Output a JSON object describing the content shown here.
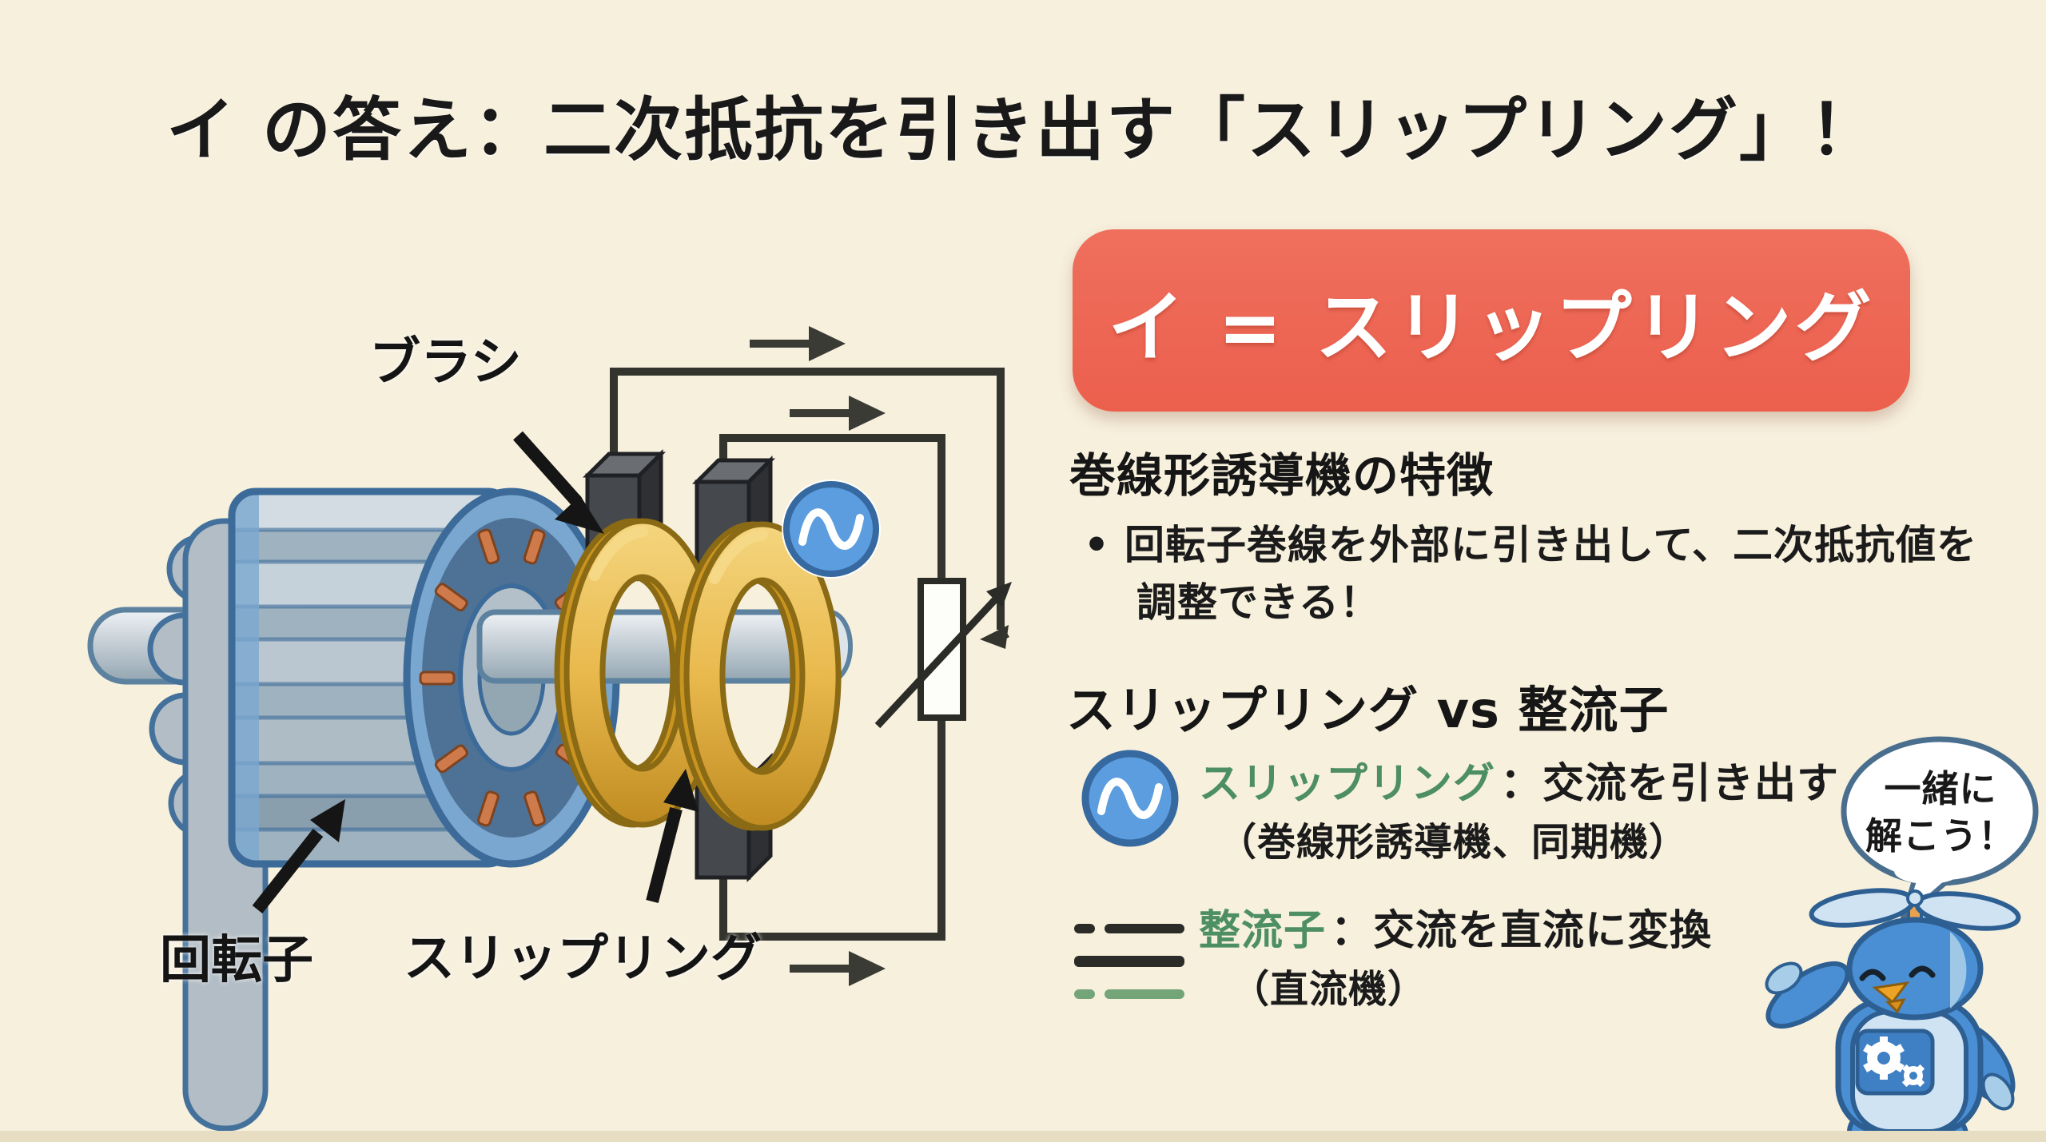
{
  "colors": {
    "background": "#f7f0dd",
    "badge_red": "#ed6553",
    "term_green": "#4d8f62",
    "ac_icon_blue": "#5b9ddf",
    "slip_ring_gold": "#e9b94d",
    "rotor_blue": "#3c6b99",
    "wire_dark": "#33342e"
  },
  "title": {
    "text": "イ の答え：二次抵抗を引き出す「スリップリング」！"
  },
  "answer_badge": {
    "text": "イ = スリップリング"
  },
  "diagram": {
    "labels": {
      "brush": "ブラシ",
      "rotor": "回転子",
      "slip_ring": "スリップリング"
    },
    "icons": [
      "ac-source-icon",
      "rheostat-icon",
      "current-arrow-icon"
    ]
  },
  "info_panel": {
    "features": {
      "heading": "巻線形誘導機の特徴",
      "bullet_marker": "•",
      "line1": "回転子巻線を外部に引き出して、二次抵抗値を",
      "line2": "調整できる！"
    },
    "comparison": {
      "heading": "スリップリング vs 整流子",
      "items": [
        {
          "icon": "ac-source-icon",
          "term": "スリップリング",
          "desc": "：交流を引き出す",
          "note": "（巻線形誘導機、同期機）"
        },
        {
          "icon": "dc-lines-icon",
          "term": "整流子",
          "desc": "：交流を直流に変換",
          "note": "（直流機）"
        }
      ]
    }
  },
  "mascot": {
    "speech": {
      "line1": "一緒に",
      "line2": "解こう！"
    }
  }
}
